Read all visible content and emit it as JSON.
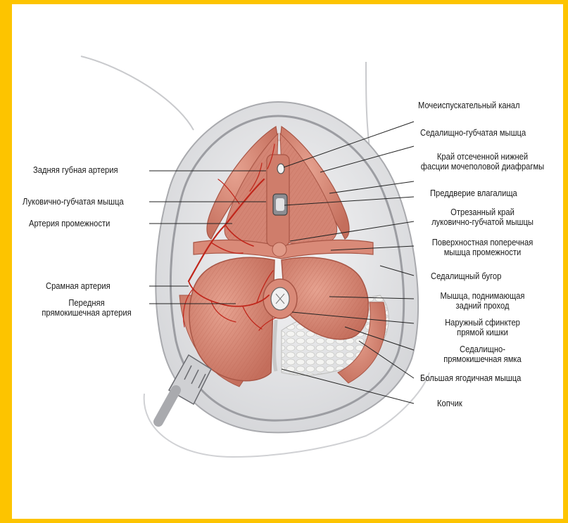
{
  "labels_left": [
    {
      "id": "posterior-labial-artery",
      "text": "Задняя губная артерия"
    },
    {
      "id": "bulbospongiosus-muscle",
      "text": "Луковично-губчатая мышца"
    },
    {
      "id": "perineal-artery",
      "text": "Артерия промежности"
    },
    {
      "id": "pudendal-artery",
      "text": "Срамная артерия"
    },
    {
      "id": "anterior-rectal-artery",
      "line1": "Передняя",
      "line2": "прямокишечная артерия"
    }
  ],
  "labels_right": [
    {
      "id": "urethra",
      "text": "Мочеиспускательный канал"
    },
    {
      "id": "ischiocavernosus-muscle",
      "text": "Седалищно-губчатая мышца"
    },
    {
      "id": "fascia-edge",
      "line1": "Край отсеченной нижней",
      "line2": "фасции мочеполовой диафрагмы"
    },
    {
      "id": "vaginal-vestibule",
      "text": "Преддверие влагалища"
    },
    {
      "id": "cut-bulbospongiosus",
      "line1": "Отрезанный край",
      "line2": "луковично-губчатой мышцы"
    },
    {
      "id": "superficial-transverse",
      "line1": "Поверхностная поперечная",
      "line2": "мышца промежности"
    },
    {
      "id": "ischial-tuberosity",
      "text": "Седалищный бугор"
    },
    {
      "id": "levator-ani",
      "line1": "Мышца, поднимающая",
      "line2": "задний проход"
    },
    {
      "id": "external-sphincter",
      "line1": "Наружный сфинктер",
      "line2": "прямой кишки"
    },
    {
      "id": "ischiorectal-fossa",
      "line1": "Седалищно-",
      "line2": "прямокишечная ямка"
    },
    {
      "id": "gluteus-maximus",
      "text": "Большая ягодичная мышца"
    },
    {
      "id": "coccyx",
      "text": "Копчик"
    }
  ],
  "colors": {
    "frame": "#fdc400",
    "muscle": "#d98a78",
    "muscle_dark": "#b8604f",
    "artery": "#c0261b",
    "skin": "#e8e8ea"
  }
}
